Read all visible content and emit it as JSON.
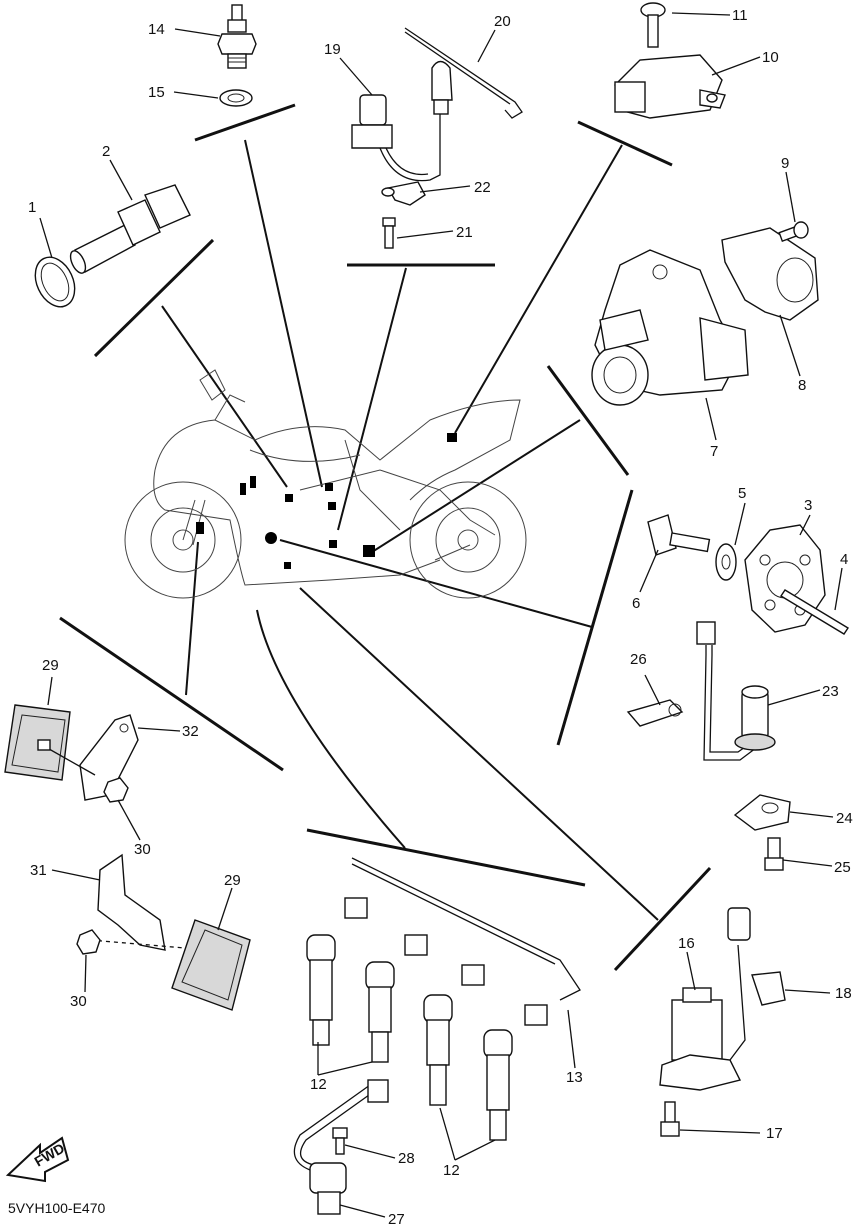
{
  "callouts": [
    "1",
    "2",
    "3",
    "4",
    "5",
    "6",
    "7",
    "8",
    "9",
    "10",
    "11",
    "12",
    "12",
    "13",
    "14",
    "15",
    "16",
    "17",
    "18",
    "19",
    "20",
    "21",
    "22",
    "23",
    "24",
    "25",
    "26",
    "27",
    "28",
    "29",
    "29",
    "30",
    "30",
    "31",
    "32"
  ],
  "fwd_label": "FWD",
  "drawing_code": "5VYH100-E470"
}
